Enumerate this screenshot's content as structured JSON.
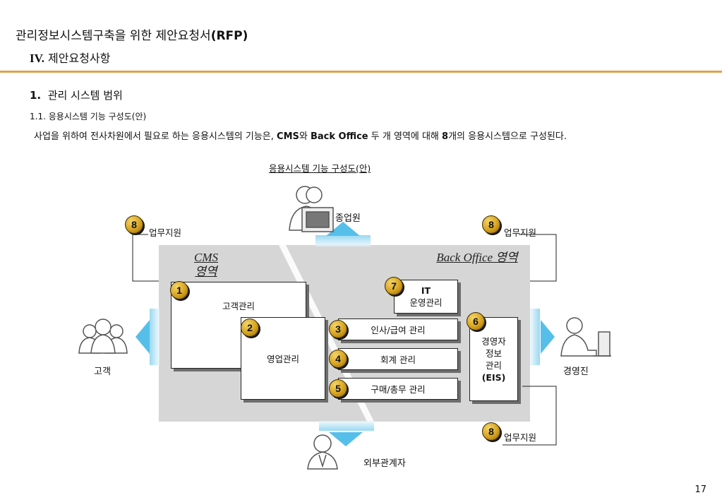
{
  "header": {
    "doc_title": "관리정보시스템구축을 위한 제안요청서",
    "doc_title_suffix": "(RFP)",
    "chapter_num": "IV.",
    "chapter_title": "제안요청사항"
  },
  "section": {
    "num": "1.",
    "title": "관리 시스템 범위",
    "sub_num": "1.1.",
    "sub_title": "응용시스템 기능 구성도(안)"
  },
  "description": {
    "part1": "사업을 위하여 전사차원에서 필요로 하는 응용시스템의 기능은,",
    "cms": "CMS",
    "part2": "와",
    "back_office": "Back Office",
    "part3": "두 개 영역에 대해",
    "count": "8",
    "part4": "개의 응용시스템으로 구성된다."
  },
  "diagram": {
    "title": "응용시스템 기능 구성도(안)",
    "cms_area_line1": "CMS",
    "cms_area_line2": "영역",
    "back_office_area": "Back Office 영역",
    "systems": [
      {
        "num": "1",
        "label": "고객관리"
      },
      {
        "num": "2",
        "label": "영업관리"
      },
      {
        "num": "3",
        "label": "인사/급여 관리"
      },
      {
        "num": "4",
        "label": "회계 관리"
      },
      {
        "num": "5",
        "label": "구매/총무 관리"
      },
      {
        "num": "6",
        "label_lines": [
          "경영자",
          "정보",
          "관리",
          "(EIS)"
        ]
      },
      {
        "num": "7",
        "label_lines": [
          "IT",
          "운영관리"
        ]
      }
    ],
    "support": {
      "num": "8",
      "label": "업무지원"
    },
    "actors": {
      "employee": "종업원",
      "customer": "고객",
      "executive": "경영진",
      "external": "외부관계자"
    },
    "colors": {
      "accent_rule": "#e0a24a",
      "grey_area": "#d6d6d6",
      "arrow_blue": "#5cc2ec",
      "badge_gold": "#d6a21e"
    }
  },
  "page_number": "17"
}
